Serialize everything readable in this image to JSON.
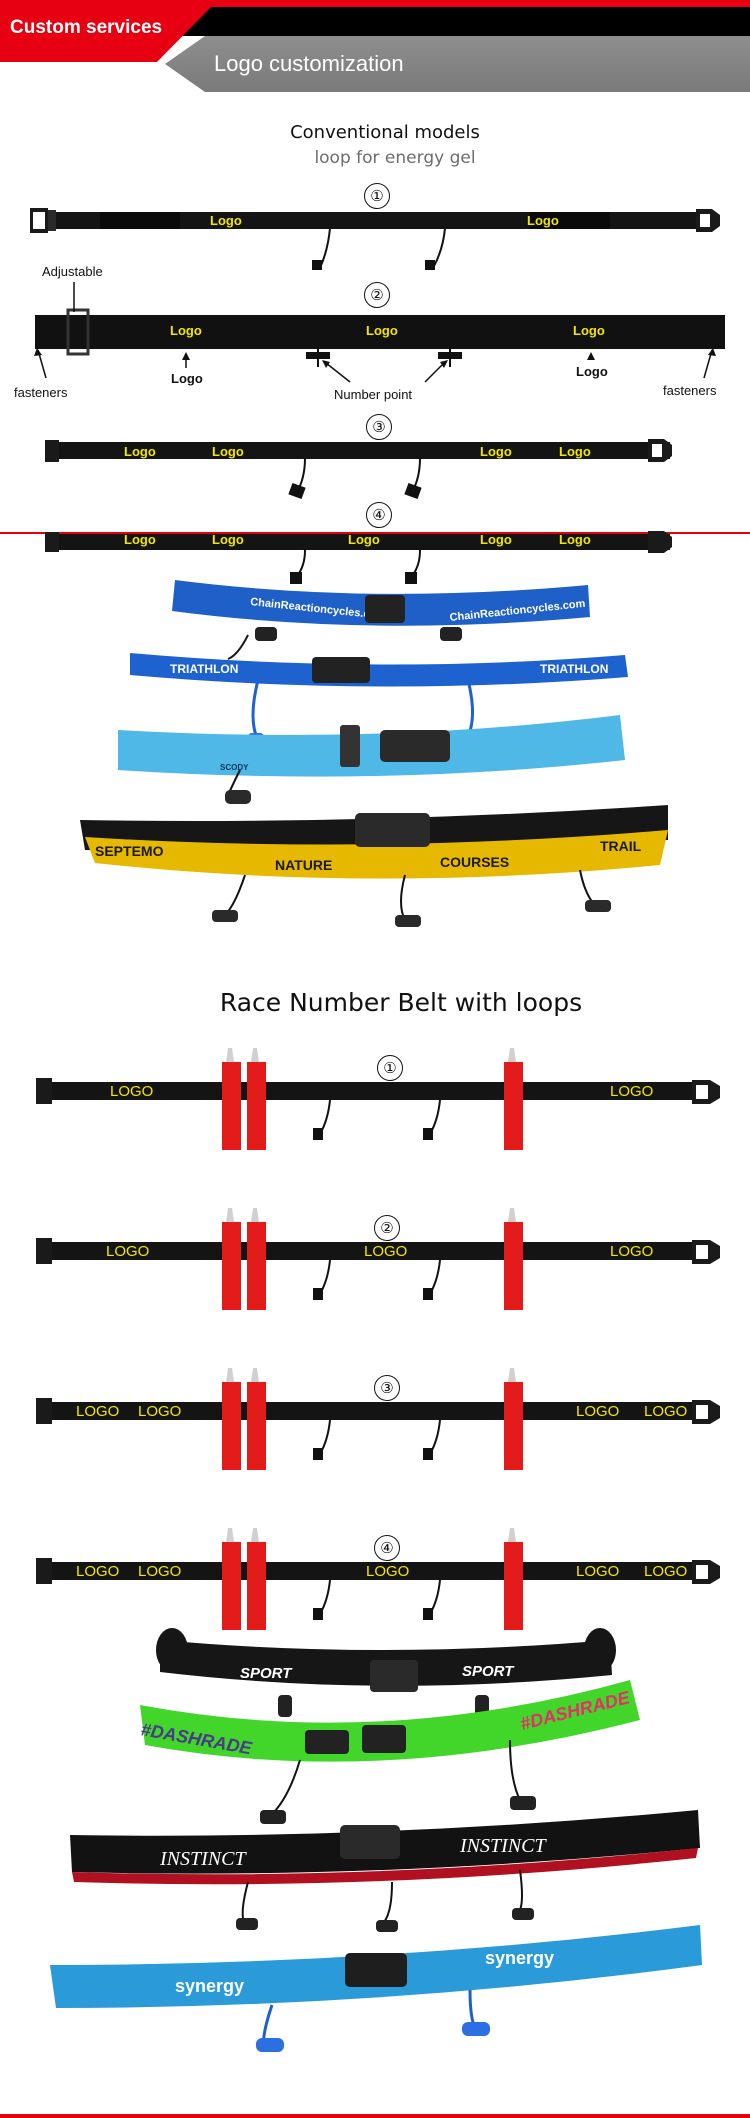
{
  "header": {
    "custom_services": "Custom services",
    "logo_customization": "Logo customization"
  },
  "section1": {
    "title": "Conventional models",
    "subtitle": "loop for energy gel",
    "logo": "Logo",
    "adjustable": "Adjustable",
    "fasteners": "fasteners",
    "number_point": "Number point",
    "models": [
      "①",
      "②",
      "③",
      "④"
    ]
  },
  "section2": {
    "title": "Race Number Belt with loops",
    "logo": "LOGO",
    "models": [
      "①",
      "②",
      "③",
      "④"
    ]
  },
  "photos": {
    "blue1_text": "ChainReactioncycles.com",
    "blue2_text": "TRIATHLON",
    "light_text": "SCODY",
    "yellow_texts": [
      "SEPTEMO",
      "NATURE",
      "COURSES",
      "TRAIL"
    ],
    "black_text": "SPORT",
    "green_text": "#DASHRADE",
    "instinct_text": "INSTINCT",
    "synergy_text": "synergy"
  },
  "colors": {
    "accent_red": "#e60012",
    "header_grey": "#808080",
    "logo_yellow": "#f3e600",
    "belt_black": "#141414"
  }
}
